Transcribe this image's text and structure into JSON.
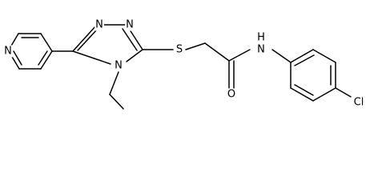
{
  "atoms": [
    {
      "id": "N_py",
      "label": "N"
    },
    {
      "id": "N_t1",
      "label": "N"
    },
    {
      "id": "N_t2",
      "label": "N"
    },
    {
      "id": "N_t4",
      "label": "N"
    },
    {
      "id": "S",
      "label": "S"
    },
    {
      "id": "O",
      "label": "O"
    },
    {
      "id": "NH_N",
      "label": "N"
    },
    {
      "id": "NH_H",
      "label": "H"
    },
    {
      "id": "Cl",
      "label": "Cl"
    }
  ],
  "colors": {
    "bond": "#000000",
    "text": "#000000",
    "background": "#ffffff"
  }
}
